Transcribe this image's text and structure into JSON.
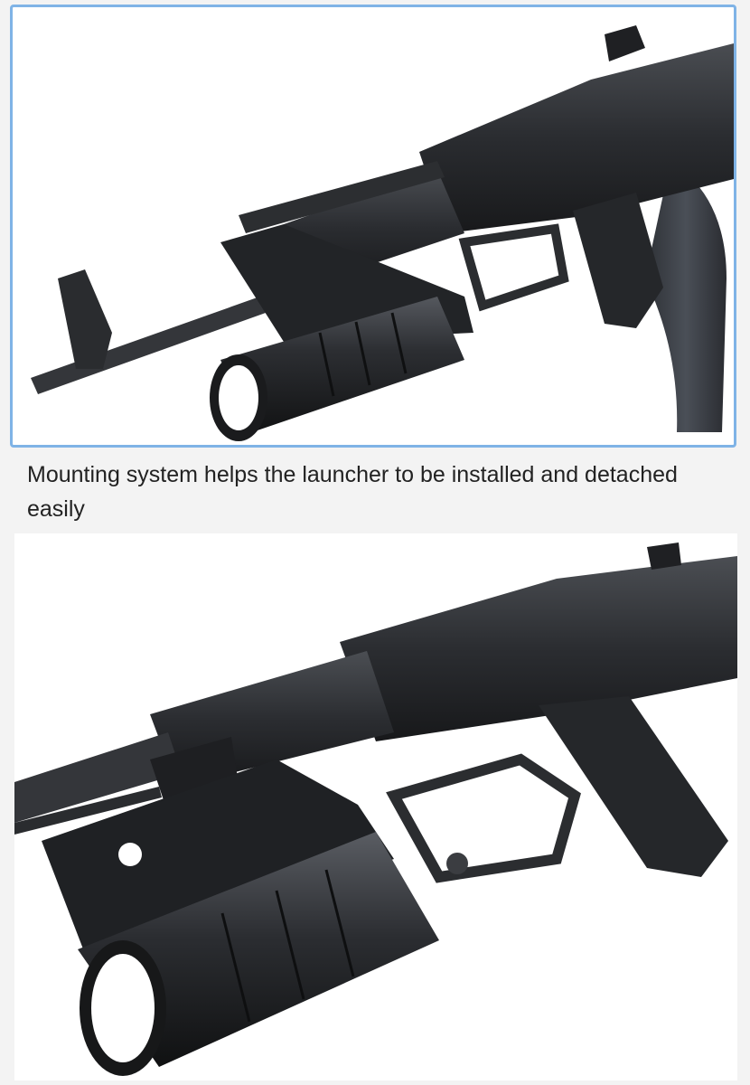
{
  "caption": "Mounting system helps the launcher to be installed and detached easily",
  "colors": {
    "frame_border": "#7fb3e6",
    "background": "#f3f3f3",
    "photo_background": "#ffffff",
    "rifle_body": "#2e3033",
    "rifle_dark": "#1b1c1e",
    "magazine": "#3a3e45"
  },
  "images": {
    "top": "rifle-with-grenade-launcher-attached",
    "bottom": "grenade-launcher-mount-detached"
  }
}
